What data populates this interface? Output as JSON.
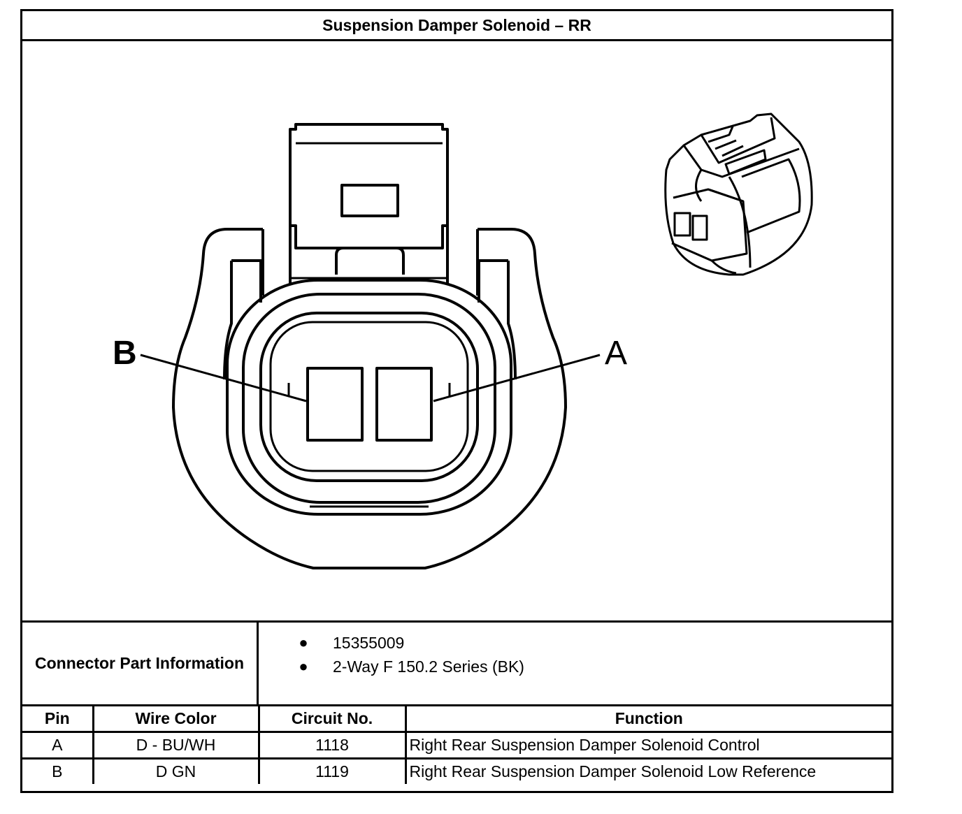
{
  "title": "Suspension Damper Solenoid – RR",
  "diagram": {
    "pin_labels": [
      "B",
      "A"
    ]
  },
  "connector_part_info": {
    "label": "Connector Part Information",
    "items": [
      "15355009",
      "2-Way F 150.2 Series (BK)"
    ]
  },
  "pin_table": {
    "headers": [
      "Pin",
      "Wire Color",
      "Circuit No.",
      "Function"
    ],
    "rows": [
      [
        "A",
        "D - BU/WH",
        "1118",
        "Right Rear Suspension Damper Solenoid Control"
      ],
      [
        "B",
        "D GN",
        "1119",
        "Right Rear Suspension Damper Solenoid Low Reference"
      ]
    ]
  }
}
